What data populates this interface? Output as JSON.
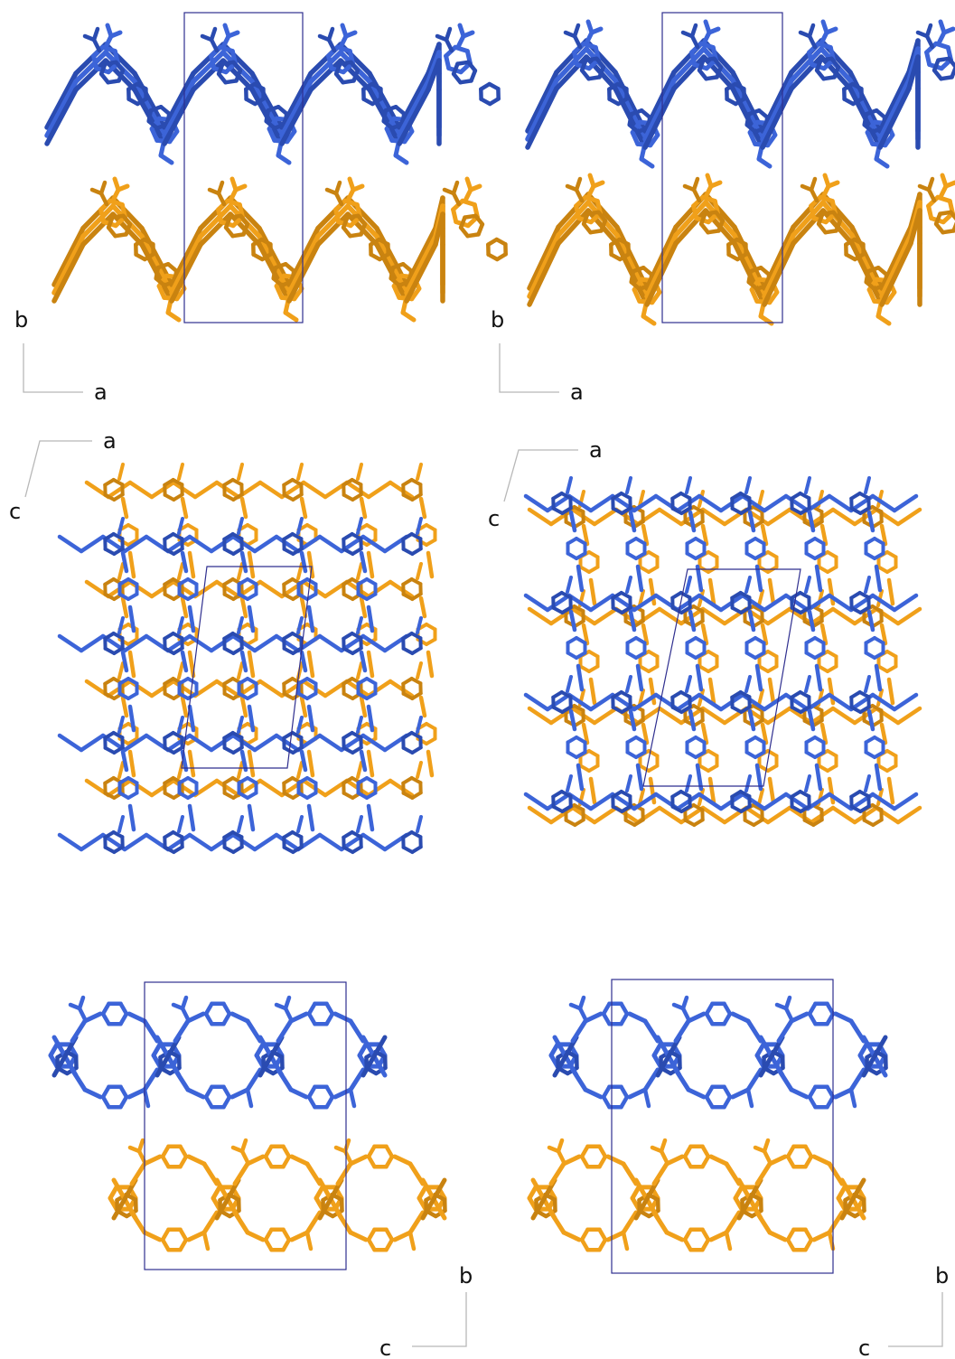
{
  "colors": {
    "background": "#ffffff",
    "chain_upper": "#3c64d8",
    "chain_upper_dark": "#2a4bb0",
    "chain_lower": "#f0a01a",
    "chain_lower_dark": "#c98310",
    "unit_cell": "#2f2f8f",
    "axis_line": "#b8b8b8"
  },
  "panels": [
    {
      "id": "top-left",
      "view": "a-b",
      "axes": {
        "vertical": "b",
        "horizontal": "a"
      }
    },
    {
      "id": "top-right",
      "view": "a-b",
      "axes": {
        "vertical": "b",
        "horizontal": "a"
      }
    },
    {
      "id": "middle-left",
      "view": "a-c",
      "axes": {
        "horizontal": "a",
        "diagonal": "c"
      }
    },
    {
      "id": "middle-right",
      "view": "a-c",
      "axes": {
        "horizontal": "a",
        "diagonal": "c"
      }
    },
    {
      "id": "bottom-left",
      "view": "c-b",
      "axes": {
        "vertical": "b",
        "horizontal": "c"
      }
    },
    {
      "id": "bottom-right",
      "view": "c-b",
      "axes": {
        "vertical": "b",
        "horizontal": "c"
      }
    }
  ]
}
